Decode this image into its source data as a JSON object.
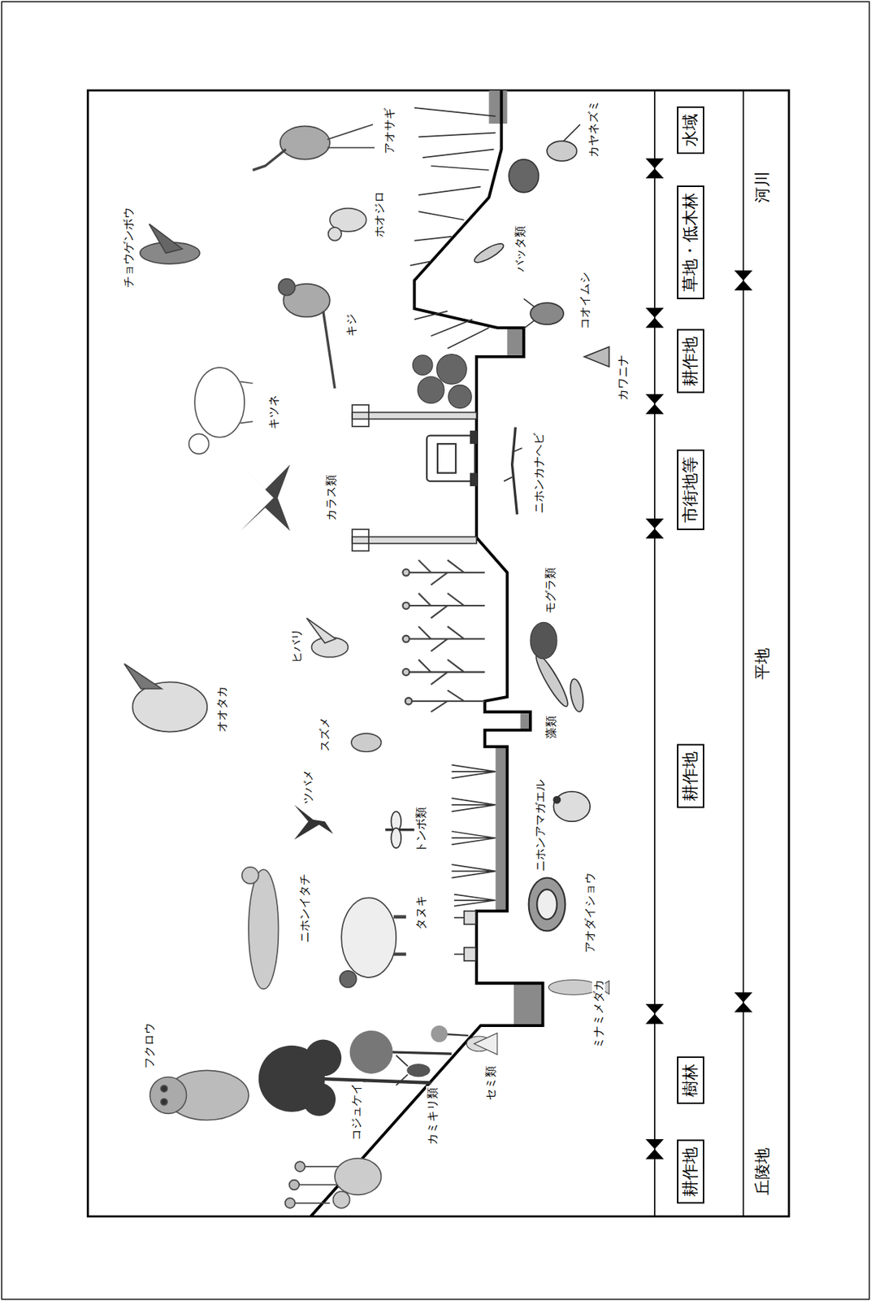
{
  "diagram": {
    "nodes": [
      {
        "text": [
          "耕作地"
        ]
      },
      {
        "text": [
          "樹林"
        ]
      },
      {
        "text": [
          "耕作地"
        ]
      },
      {
        "text": [
          "市街地等"
        ]
      },
      {
        "text": [
          "耕作地"
        ]
      },
      {
        "text": [
          "草地・低木林"
        ]
      },
      {
        "text": [
          "水域"
        ]
      }
    ],
    "labels": [
      "フクロウ",
      "コジュケイ",
      "カミキリ類",
      "セミ類",
      "ミナミメダカ",
      "ニホンイタチ",
      "タヌキ",
      "アオダイショウ",
      "ツバメ",
      "トンボ類",
      "ニホンアマガエル",
      "オオタカ",
      "スズメ",
      "藻類",
      "ヒバリ",
      "モグラ類",
      "カラス類",
      "キツネ",
      "ニホンカナヘビ",
      "キジ",
      "チョウゲンボウ",
      "カワニナ",
      "コオイムシ",
      "ホオジロ",
      "バッタ類",
      "アオサギ",
      "カヤネズミ",
      "丘陵地",
      "平地",
      "河川"
    ]
  }
}
